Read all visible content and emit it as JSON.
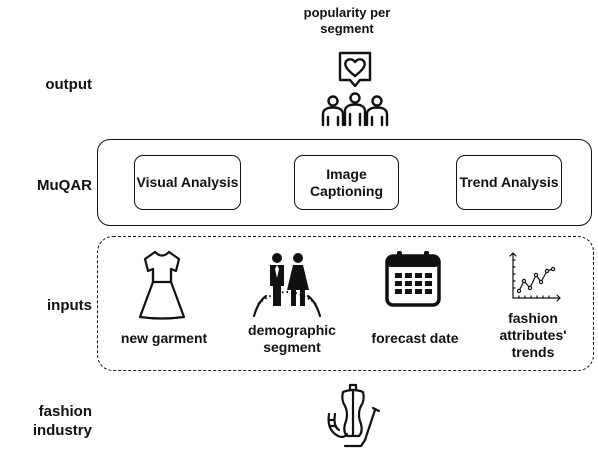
{
  "output_row": {
    "label": "output",
    "title": "popularity per segment",
    "icon": "audience-heart-icon"
  },
  "muqar_row": {
    "label": "MuQAR",
    "modules": [
      {
        "label": "Visual Analysis"
      },
      {
        "label": "Image Captioning"
      },
      {
        "label": "Trend Analysis"
      }
    ]
  },
  "inputs_row": {
    "label": "inputs",
    "items": [
      {
        "label": "new garment",
        "icon": "dress-icon"
      },
      {
        "label": "demographic segment",
        "icon": "couple-icon"
      },
      {
        "label": "forecast date",
        "icon": "calendar-icon"
      },
      {
        "label": "fashion attributes' trends",
        "icon": "trend-chart-icon"
      }
    ]
  },
  "industry_row": {
    "label": "fashion industry",
    "icon": "mannequin-icon"
  }
}
